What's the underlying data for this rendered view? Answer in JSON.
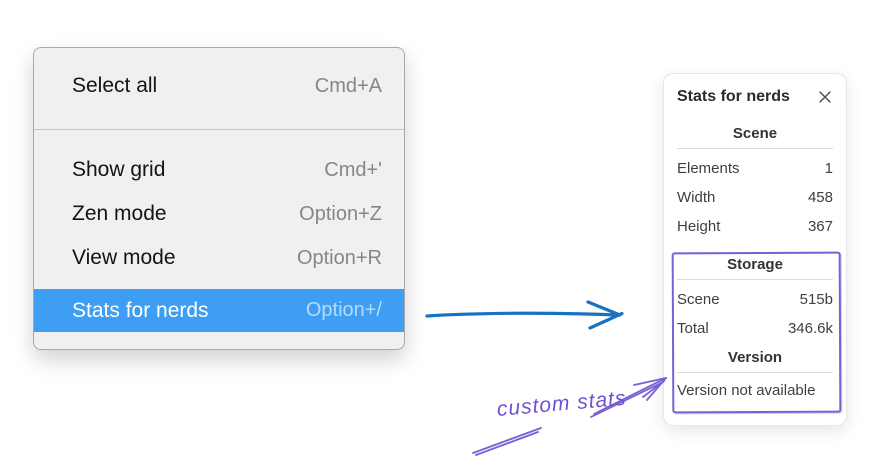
{
  "colors": {
    "menu_highlight": "#3d9ef3",
    "annotation_blue": "#1971c2",
    "annotation_purple": "#7a5fd6"
  },
  "menu": {
    "items": [
      {
        "label": "Select all",
        "shortcut": "Cmd+A",
        "highlighted": false
      },
      {
        "label": "Show grid",
        "shortcut": "Cmd+'",
        "highlighted": false
      },
      {
        "label": "Zen mode",
        "shortcut": "Option+Z",
        "highlighted": false
      },
      {
        "label": "View mode",
        "shortcut": "Option+R",
        "highlighted": false
      },
      {
        "label": "Stats for nerds",
        "shortcut": "Option+/",
        "highlighted": true
      }
    ]
  },
  "stats_panel": {
    "title": "Stats for nerds",
    "sections": [
      {
        "heading": "Scene",
        "rows": [
          {
            "label": "Elements",
            "value": "1"
          },
          {
            "label": "Width",
            "value": "458"
          },
          {
            "label": "Height",
            "value": "367"
          }
        ]
      },
      {
        "heading": "Storage",
        "rows": [
          {
            "label": "Scene",
            "value": "515b"
          },
          {
            "label": "Total",
            "value": "346.6k"
          }
        ]
      },
      {
        "heading": "Version",
        "note": "Version not available"
      }
    ]
  },
  "annotation": {
    "label": "custom stats"
  }
}
